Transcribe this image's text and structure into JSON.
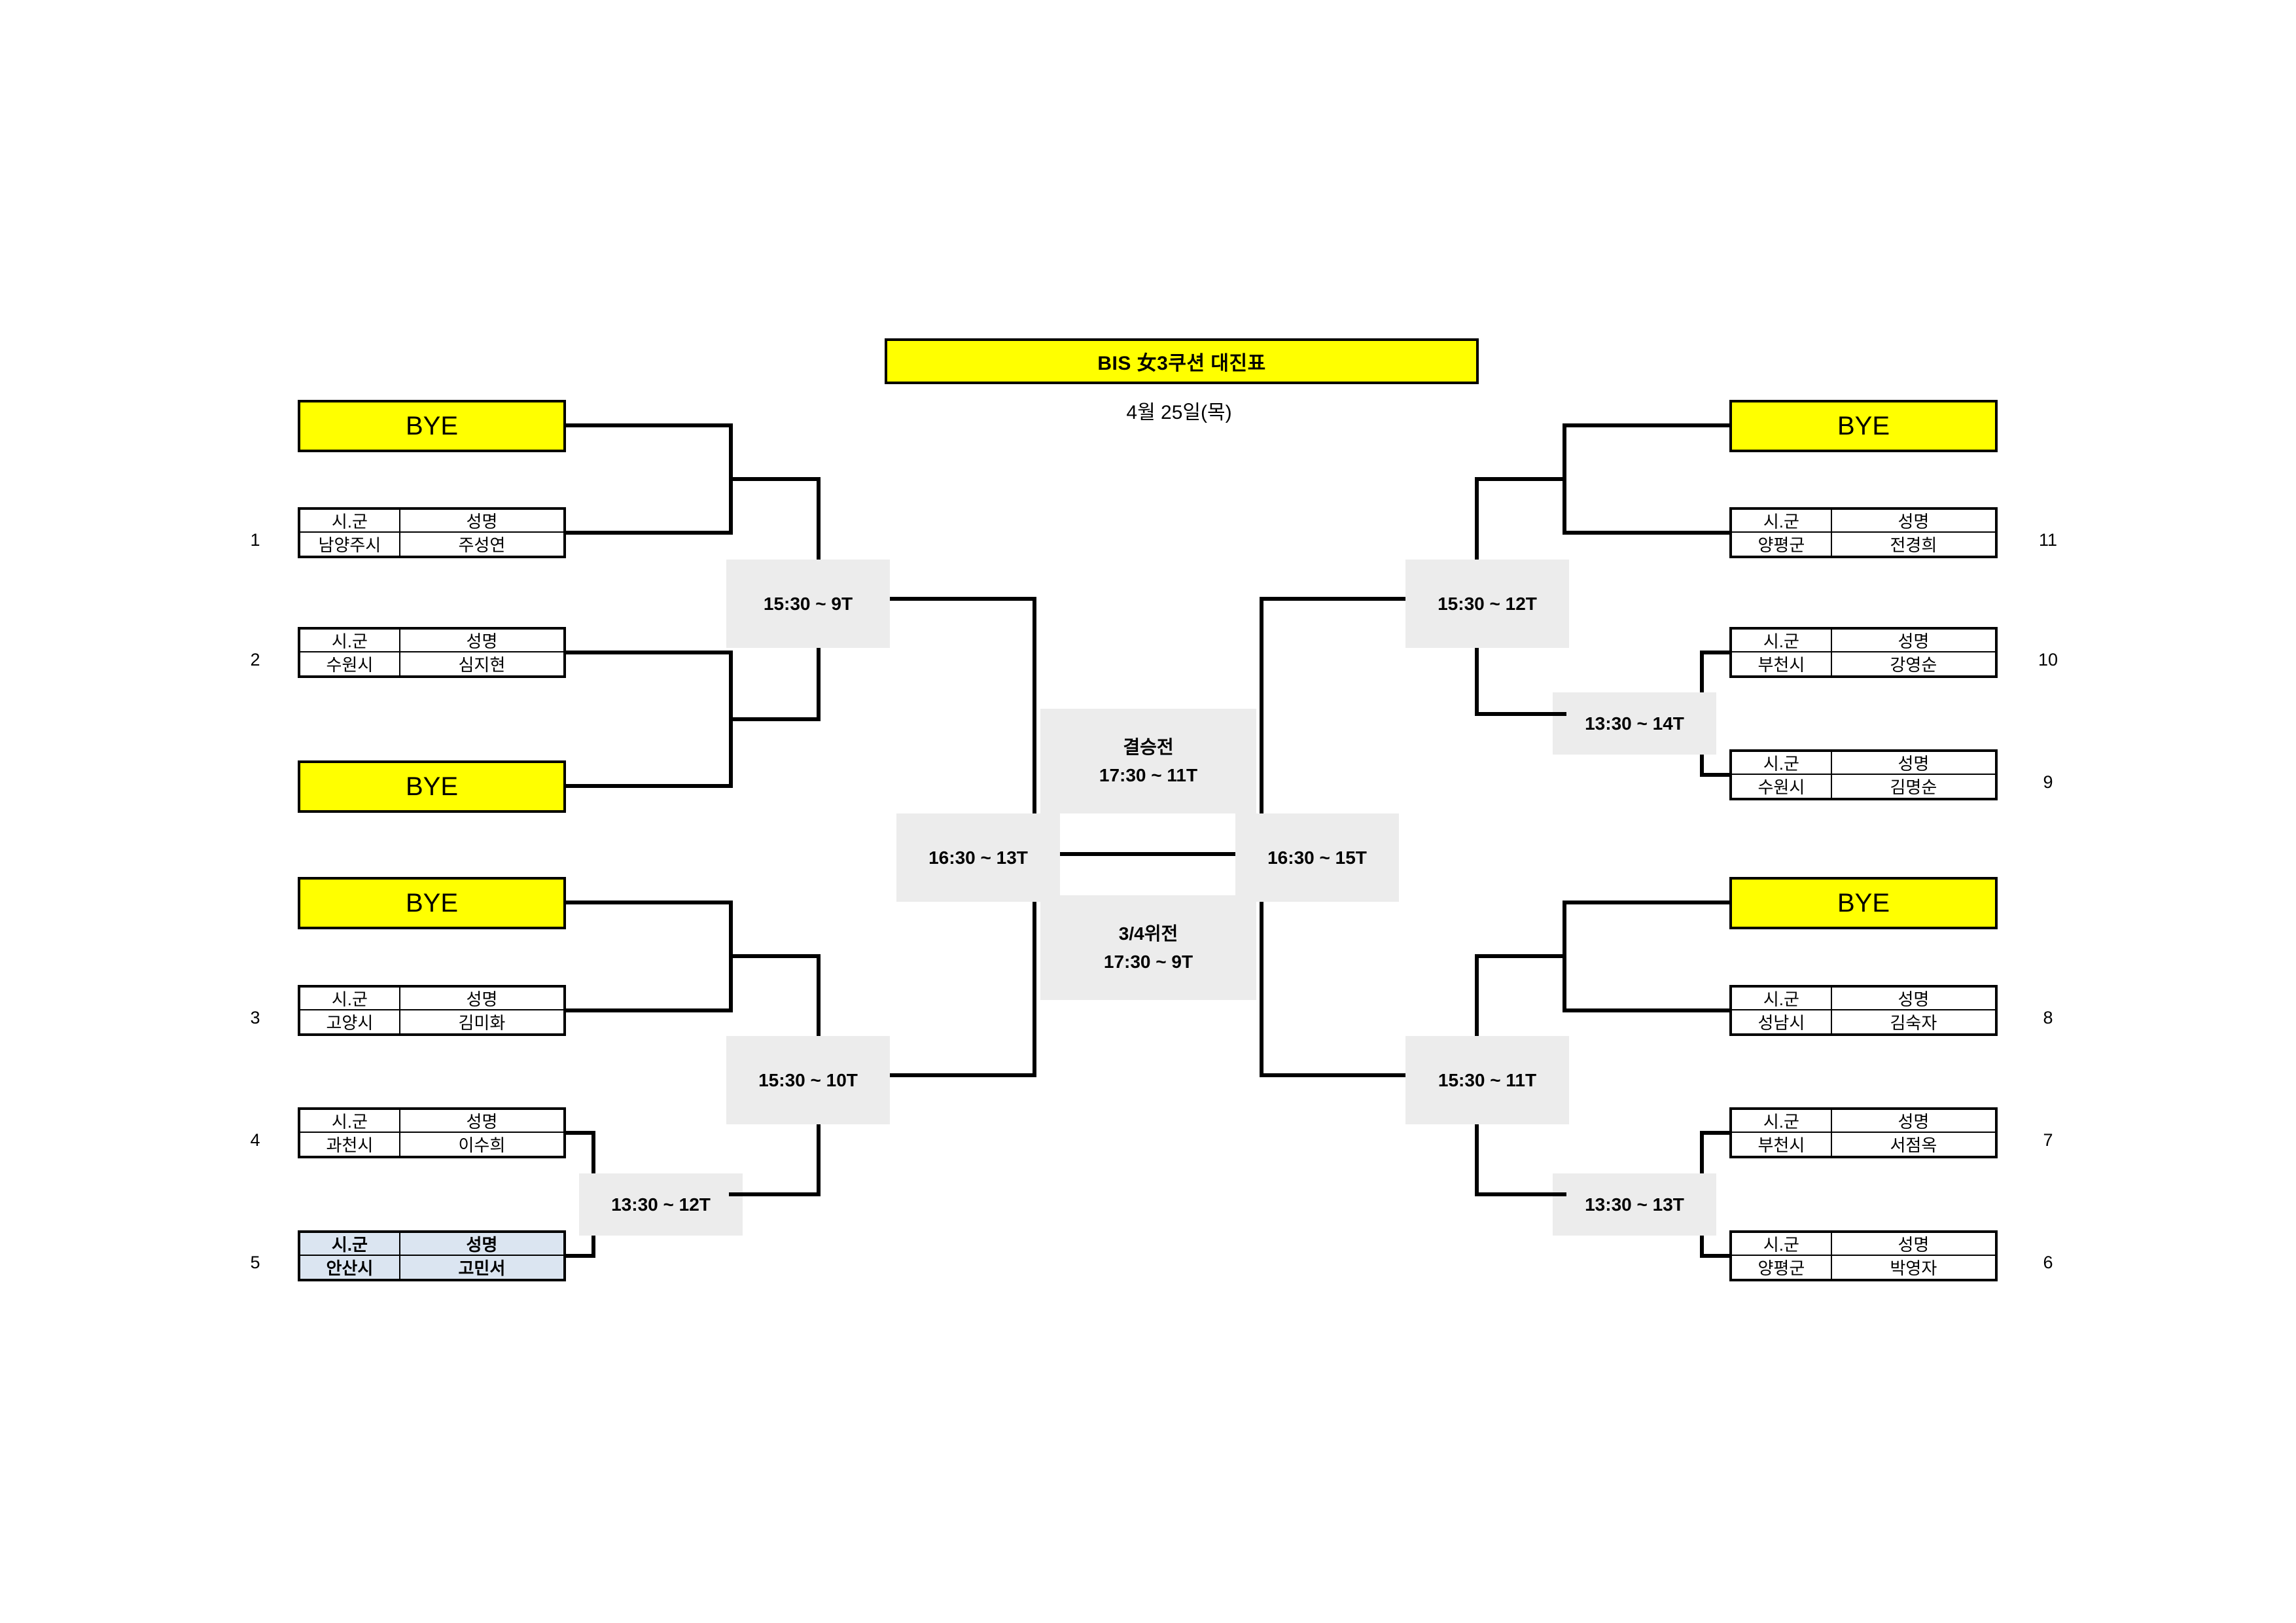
{
  "header": {
    "title": "BIS 女3쿠션 대진표",
    "date": "4월 25일(목)"
  },
  "labels": {
    "col_region": "시.군",
    "col_name": "성명",
    "bye": "BYE"
  },
  "players": [
    {
      "seed": "1",
      "region": "남양주시",
      "name": "주성연",
      "highlight": false
    },
    {
      "seed": "2",
      "region": "수원시",
      "name": "심지현",
      "highlight": false
    },
    {
      "seed": "3",
      "region": "고양시",
      "name": "김미화",
      "highlight": false
    },
    {
      "seed": "4",
      "region": "과천시",
      "name": "이수희",
      "highlight": false
    },
    {
      "seed": "5",
      "region": "안산시",
      "name": "고민서",
      "highlight": true
    },
    {
      "seed": "6",
      "region": "양평군",
      "name": "박영자",
      "highlight": false
    },
    {
      "seed": "7",
      "region": "부천시",
      "name": "서점옥",
      "highlight": false
    },
    {
      "seed": "8",
      "region": "성남시",
      "name": "김숙자",
      "highlight": false
    },
    {
      "seed": "9",
      "region": "수원시",
      "name": "김명순",
      "highlight": false
    },
    {
      "seed": "10",
      "region": "부천시",
      "name": "강영순",
      "highlight": false
    },
    {
      "seed": "11",
      "region": "양평군",
      "name": "전경희",
      "highlight": false
    }
  ],
  "byes": {
    "left_top": "BYE",
    "left_mid": "BYE",
    "left_low": "BYE",
    "right_top": "BYE",
    "right_low": "BYE"
  },
  "matches": {
    "left_r1": "13:30 ~ 12T",
    "left_qf_top": "15:30 ~ 9T",
    "left_qf_bottom": "15:30 ~ 10T",
    "left_sf": "16:30 ~ 13T",
    "right_r1_top": "13:30 ~ 14T",
    "right_r1_bottom": "13:30 ~ 13T",
    "right_qf_top": "15:30 ~ 12T",
    "right_qf_bottom": "15:30 ~ 11T",
    "right_sf": "16:30 ~ 15T",
    "final_title": "결승전",
    "final_time": "17:30 ~ 11T",
    "third_title": "3/4위전",
    "third_time": "17:30 ~ 9T"
  },
  "colors": {
    "bye_yellow": "#ffff00",
    "match_gray": "#ececec",
    "highlight_blue": "#dbe5f1",
    "line_black": "#000000"
  }
}
